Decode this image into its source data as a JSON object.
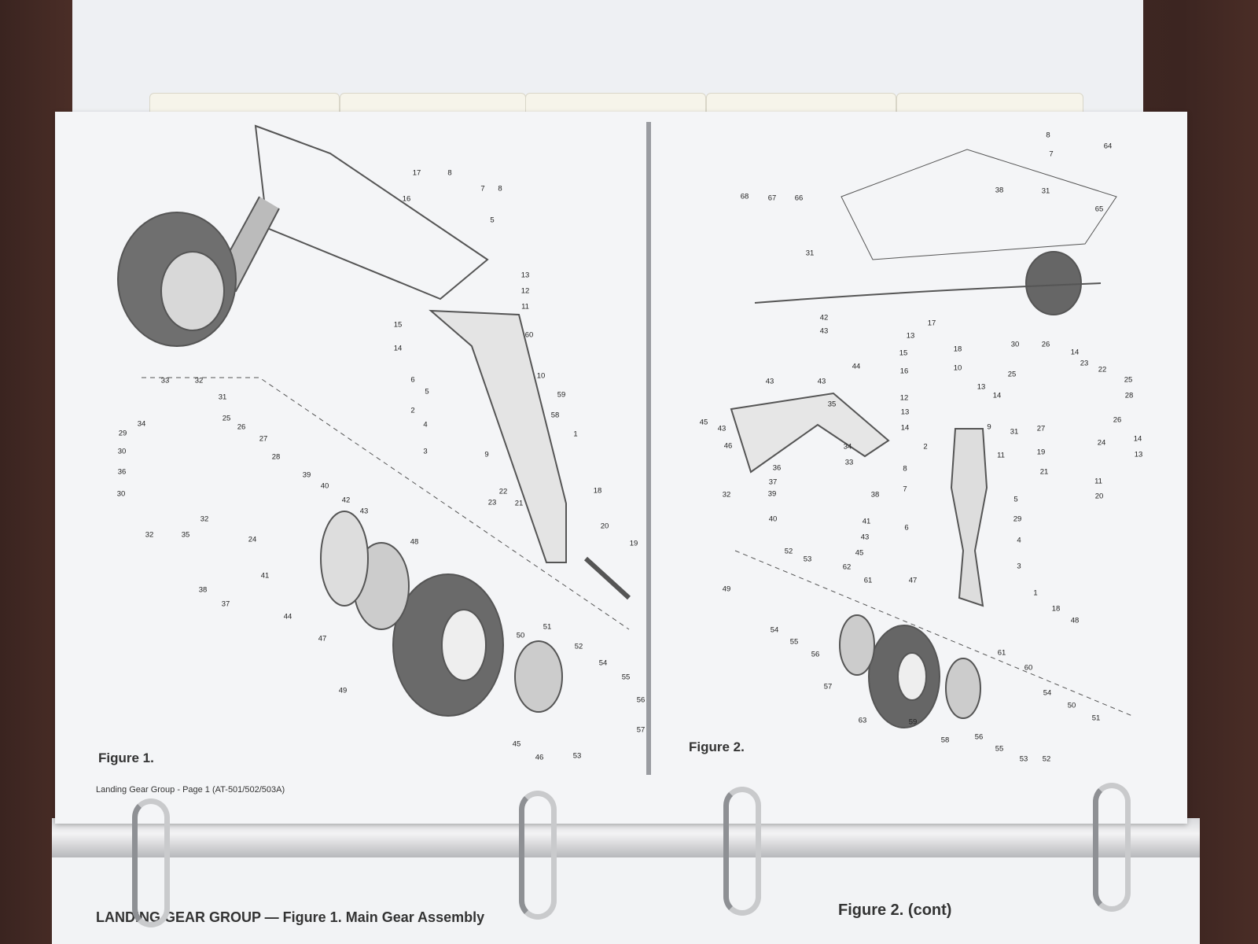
{
  "figure1": {
    "label": "Figure 1.",
    "caption": "Landing Gear Group - Page 1 (AT-501/502/503A)",
    "callouts": [
      "17",
      "8",
      "7",
      "8",
      "16",
      "5",
      "13",
      "12",
      "11",
      "15",
      "60",
      "14",
      "6",
      "10",
      "5",
      "59",
      "2",
      "58",
      "4",
      "1",
      "3",
      "9",
      "18",
      "22",
      "23",
      "21",
      "20",
      "19",
      "33",
      "32",
      "31",
      "25",
      "34",
      "26",
      "29",
      "27",
      "30",
      "28",
      "36",
      "39",
      "40",
      "30",
      "42",
      "32",
      "43",
      "32",
      "35",
      "24",
      "48",
      "41",
      "38",
      "37",
      "44",
      "47",
      "50",
      "51",
      "52",
      "54",
      "55",
      "56",
      "49",
      "57",
      "45",
      "53",
      "46"
    ]
  },
  "figure2": {
    "label": "Figure 2.",
    "callouts": [
      "8",
      "64",
      "7",
      "68",
      "67",
      "66",
      "38",
      "31",
      "65",
      "31",
      "42",
      "43",
      "17",
      "13",
      "18",
      "30",
      "26",
      "14",
      "15",
      "23",
      "10",
      "44",
      "16",
      "25",
      "22",
      "12",
      "13",
      "14",
      "25",
      "28",
      "43",
      "43",
      "45",
      "43",
      "13",
      "14",
      "9",
      "31",
      "27",
      "26",
      "35",
      "34",
      "33",
      "46",
      "2",
      "11",
      "19",
      "24",
      "14",
      "13",
      "21",
      "11",
      "8",
      "7",
      "36",
      "37",
      "38",
      "32",
      "5",
      "20",
      "39",
      "40",
      "41",
      "29",
      "6",
      "43",
      "4",
      "45",
      "52",
      "53",
      "62",
      "61",
      "3",
      "47",
      "49",
      "1",
      "18",
      "48",
      "54",
      "55",
      "56",
      "57",
      "61",
      "60",
      "54",
      "50",
      "51",
      "63",
      "59",
      "58",
      "56",
      "55",
      "53",
      "52"
    ]
  },
  "bottom": {
    "left_title": "LANDING GEAR GROUP — Figure 1. Main Gear Assembly",
    "right_title": "Figure 2. (cont)"
  }
}
